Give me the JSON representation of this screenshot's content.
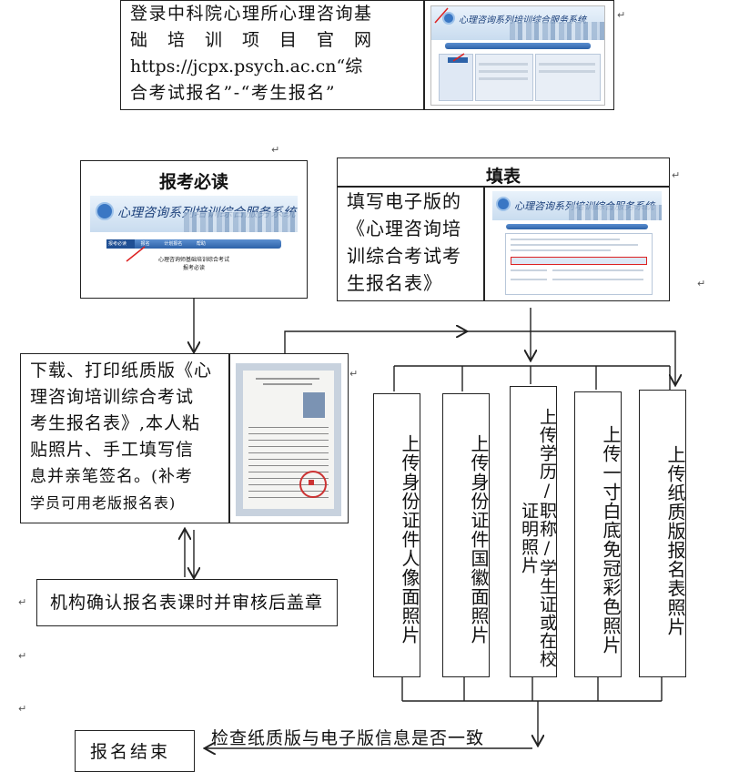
{
  "step_login": "登录中科院心理所心理咨询基础培训项目官网https://jcpx.psych.ac.cn“综合考试报名”-“考生报名”",
  "step_login_lines": [
    "登录中科院心理所心理咨询基",
    "础　培　训　项　目　官　网",
    "https://jcpx.psych.ac.cn“综",
    "合考试报名”-“考生报名”"
  ],
  "read_box": {
    "heading": "报考必读"
  },
  "fill_box": {
    "heading": "填表",
    "text_lines": [
      "填写电子版的",
      "《心理咨询培",
      "训综合考试考",
      "生报名表》"
    ]
  },
  "print_box": {
    "text_lines": [
      "下载、打印纸质版《心",
      "理咨询培训综合考试",
      "考生报名表》,本人粘",
      "贴照片、手工填写信",
      "息并亲笔签名。(补考",
      "学员可用老版报名表)"
    ]
  },
  "confirm_box": {
    "text": "机构确认报名表课时并审核后盖章"
  },
  "uploads": [
    "上传身份证件人像面照片",
    "上传身份证件国徽面照片",
    "上传学历/职称/学生证或在校证明照片",
    "上传一寸白底免冠彩色照片",
    "上传纸质版报名表照片"
  ],
  "check_label": "检查纸质版与电子版信息是否一致",
  "end_box": {
    "text": "报名结束"
  },
  "site_banner_title": "心理咨询系列培训综合服务系统",
  "read_page_lines": [
    "心理咨询师基础培训综合考试",
    "报考必读"
  ],
  "read_tabs": [
    "报考必读",
    "报名",
    "计划报名",
    "帮助"
  ],
  "return_mark": "↵"
}
